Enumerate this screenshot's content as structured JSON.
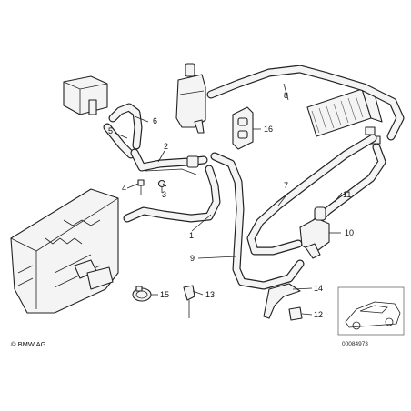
{
  "callouts": [
    {
      "id": "callout-1",
      "text": "1"
    },
    {
      "id": "callout-2",
      "text": "2"
    },
    {
      "id": "callout-3",
      "text": "3"
    },
    {
      "id": "callout-4",
      "text": "4"
    },
    {
      "id": "callout-5",
      "text": "5"
    },
    {
      "id": "callout-6",
      "text": "6"
    },
    {
      "id": "callout-7",
      "text": "7"
    },
    {
      "id": "callout-8",
      "text": "8"
    },
    {
      "id": "callout-9",
      "text": "9"
    },
    {
      "id": "callout-10",
      "text": "10"
    },
    {
      "id": "callout-11",
      "text": "11"
    },
    {
      "id": "callout-12",
      "text": "12"
    },
    {
      "id": "callout-13",
      "text": "13"
    },
    {
      "id": "callout-14",
      "text": "14"
    },
    {
      "id": "callout-15",
      "text": "15"
    },
    {
      "id": "callout-16",
      "text": "16"
    }
  ],
  "footer": {
    "brand": "© BMW AG",
    "diagram_code": "00084973"
  }
}
